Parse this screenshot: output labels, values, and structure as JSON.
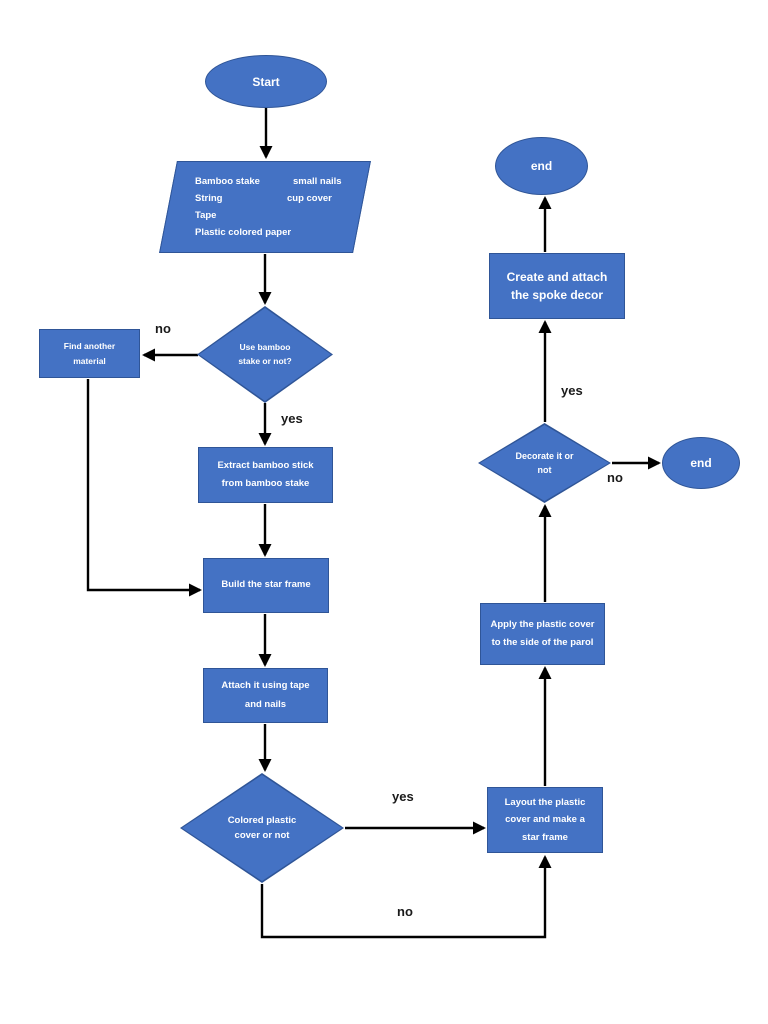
{
  "colors": {
    "shape_fill": "#4472C4",
    "shape_border": "#2F5597",
    "arrow": "#000000",
    "shape_text": "#FFFFFF",
    "label_text": "#1a1a1a",
    "page_bg": "#FFFFFF"
  },
  "nodes": {
    "start": {
      "label": "Start"
    },
    "materials": {
      "left_column": [
        "Bamboo stake",
        "String",
        "Tape",
        "Plastic colored paper"
      ],
      "right_column": [
        "small nails",
        "cup cover"
      ]
    },
    "use_bamboo_decision": {
      "label": "Use bamboo stake or not?"
    },
    "find_material": {
      "label": "Find another material"
    },
    "extract": {
      "label": "Extract bamboo stick from bamboo stake"
    },
    "build_frame": {
      "label": "Build the star frame"
    },
    "attach": {
      "label": "Attach it using tape and nails"
    },
    "colored_cover_decision": {
      "label": "Colored plastic cover or not"
    },
    "layout_cover": {
      "label": "Layout the plastic cover and make a star frame"
    },
    "apply_cover": {
      "label": "Apply the plastic cover to the side of the parol"
    },
    "decorate_decision": {
      "label": "Decorate it or not"
    },
    "create_decor": {
      "label": "Create and attach the spoke decor"
    },
    "end_top": {
      "label": "end"
    },
    "end_right": {
      "label": "end"
    }
  },
  "edge_labels": {
    "use_bamboo_no": "no",
    "use_bamboo_yes": "yes",
    "colored_cover_yes": "yes",
    "colored_cover_no": "no",
    "decorate_yes": "yes",
    "decorate_no": "no"
  }
}
